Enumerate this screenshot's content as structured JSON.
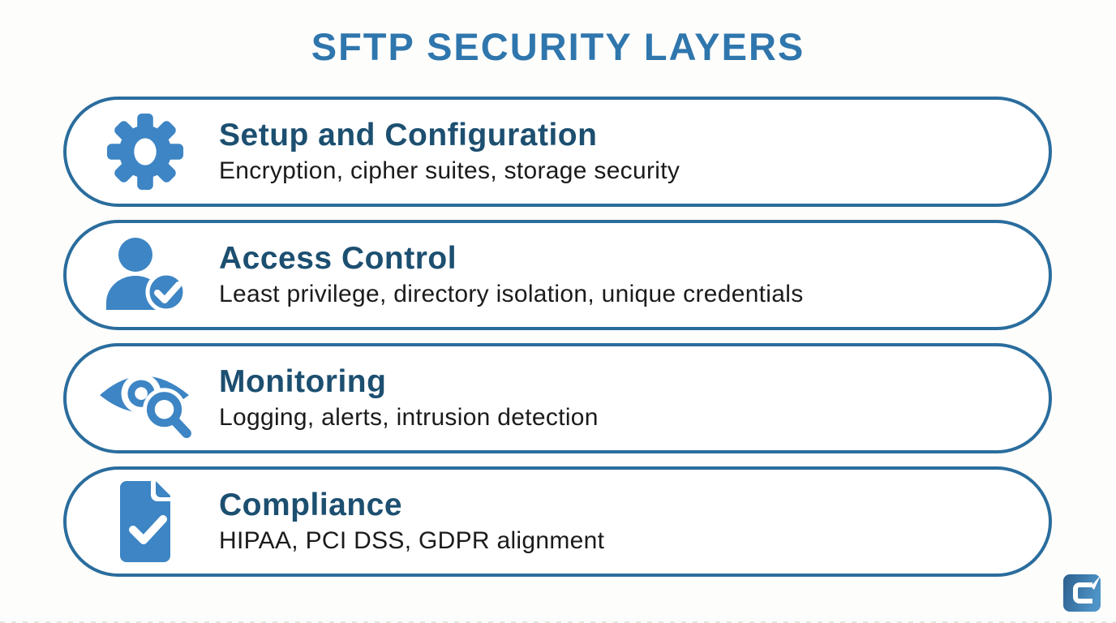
{
  "page": {
    "title": "SFTP SECURITY LAYERS"
  },
  "colors": {
    "title_blue": "#2f76ad",
    "heading_navy": "#1c4f70",
    "body_text": "#1b1b1b",
    "icon_blue": "#3d85c4",
    "border_blue": "#2a6d9d",
    "background": "#fdfdfc",
    "logo_gradient_start": "#2c5f8e",
    "logo_gradient_end": "#4f94c7"
  },
  "layers": [
    {
      "icon": "gear-icon",
      "title": "Setup and Configuration",
      "description": "Encryption, cipher suites, storage security"
    },
    {
      "icon": "user-check-icon",
      "title": "Access Control",
      "description": "Least privilege, directory isolation, unique credentials"
    },
    {
      "icon": "eye-search-icon",
      "title": "Monitoring",
      "description": "Logging, alerts, intrusion detection"
    },
    {
      "icon": "document-check-icon",
      "title": "Compliance",
      "description": "HIPAA, PCI DSS, GDPR alignment"
    }
  ],
  "branding": {
    "logo": "brand-logo"
  }
}
